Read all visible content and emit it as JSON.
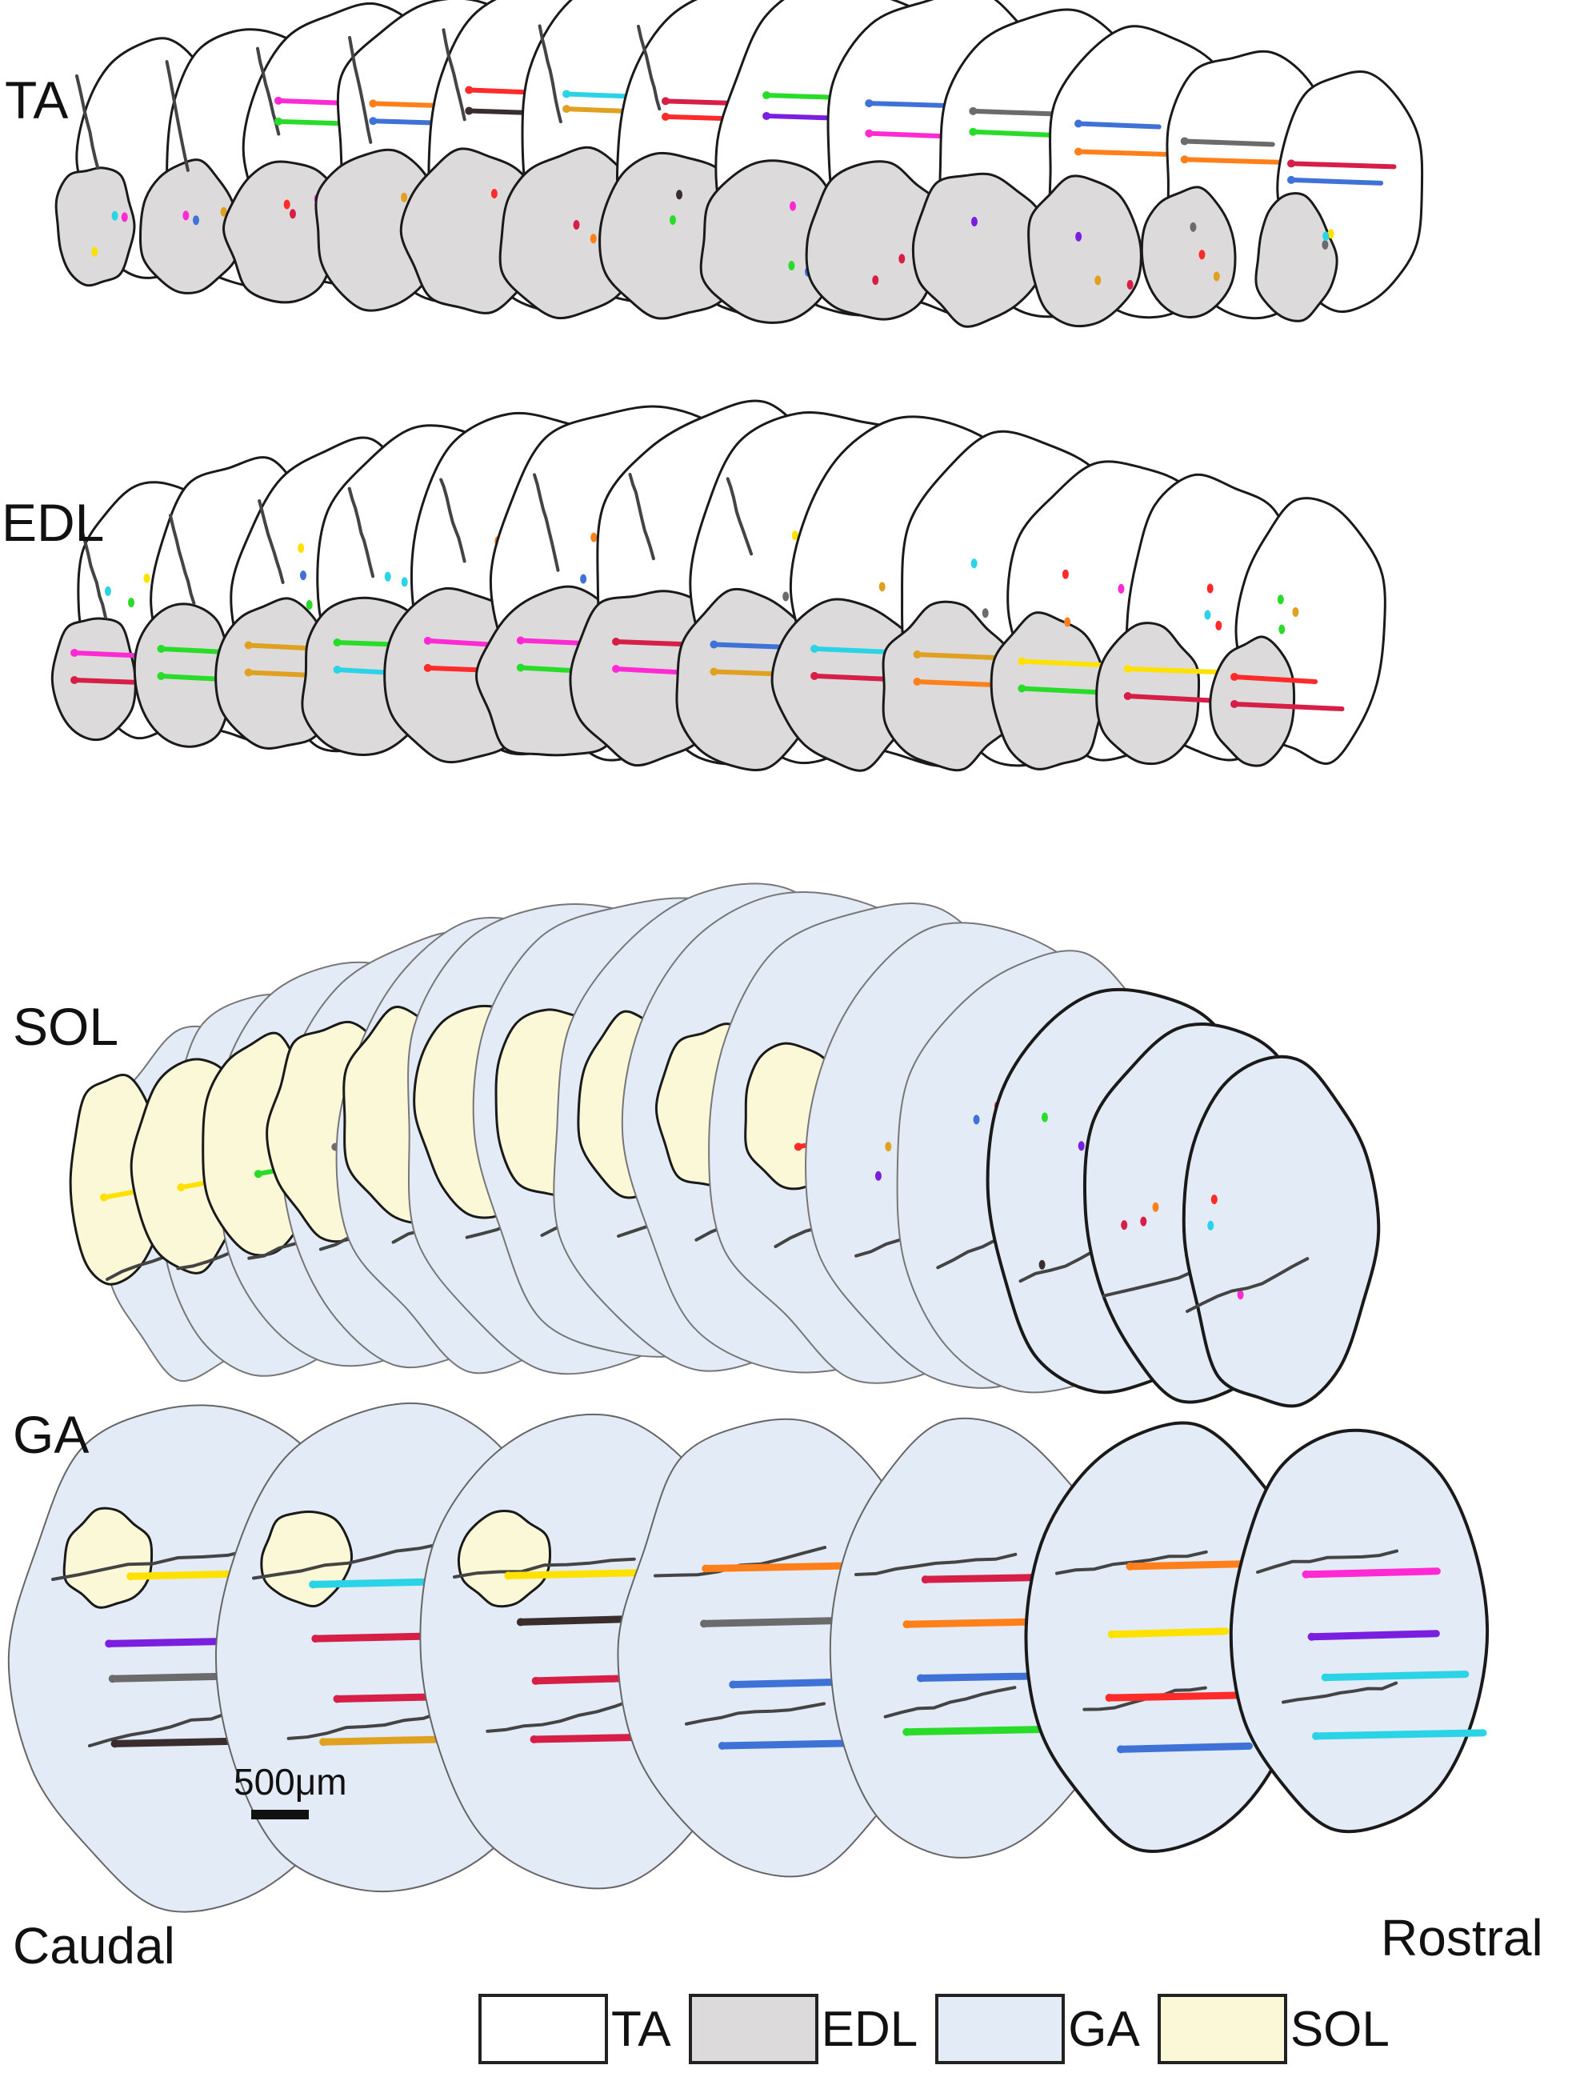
{
  "panels": {
    "ta": "TA",
    "edl": "EDL",
    "sol": "SOL",
    "ga": "GA"
  },
  "directions": {
    "caudal": "Caudal",
    "rostral": "Rostral"
  },
  "scale_bar": "500μm",
  "legend": [
    {
      "label": "TA",
      "color": "#ffffff"
    },
    {
      "label": "EDL",
      "color": "#dcdadb"
    },
    {
      "label": "GA",
      "color": "#e3ecf6"
    },
    {
      "label": "SOL",
      "color": "#fbf8d7"
    }
  ],
  "colors": {
    "ta_fill": "#ffffff",
    "edl_fill": "#dcdadb",
    "ga_fill": "#e3ecf6",
    "sol_fill": "#fbf8d7",
    "outline": "#1a1a1a",
    "markers": [
      "#ff2a2a",
      "#2ad4e6",
      "#ffe100",
      "#7a1fe0",
      "#ff2ad4",
      "#2adc2a",
      "#ff7f1a",
      "#6b6b6b",
      "#3f72d6",
      "#d61e46",
      "#3a2d2d",
      "#e0a020"
    ]
  }
}
